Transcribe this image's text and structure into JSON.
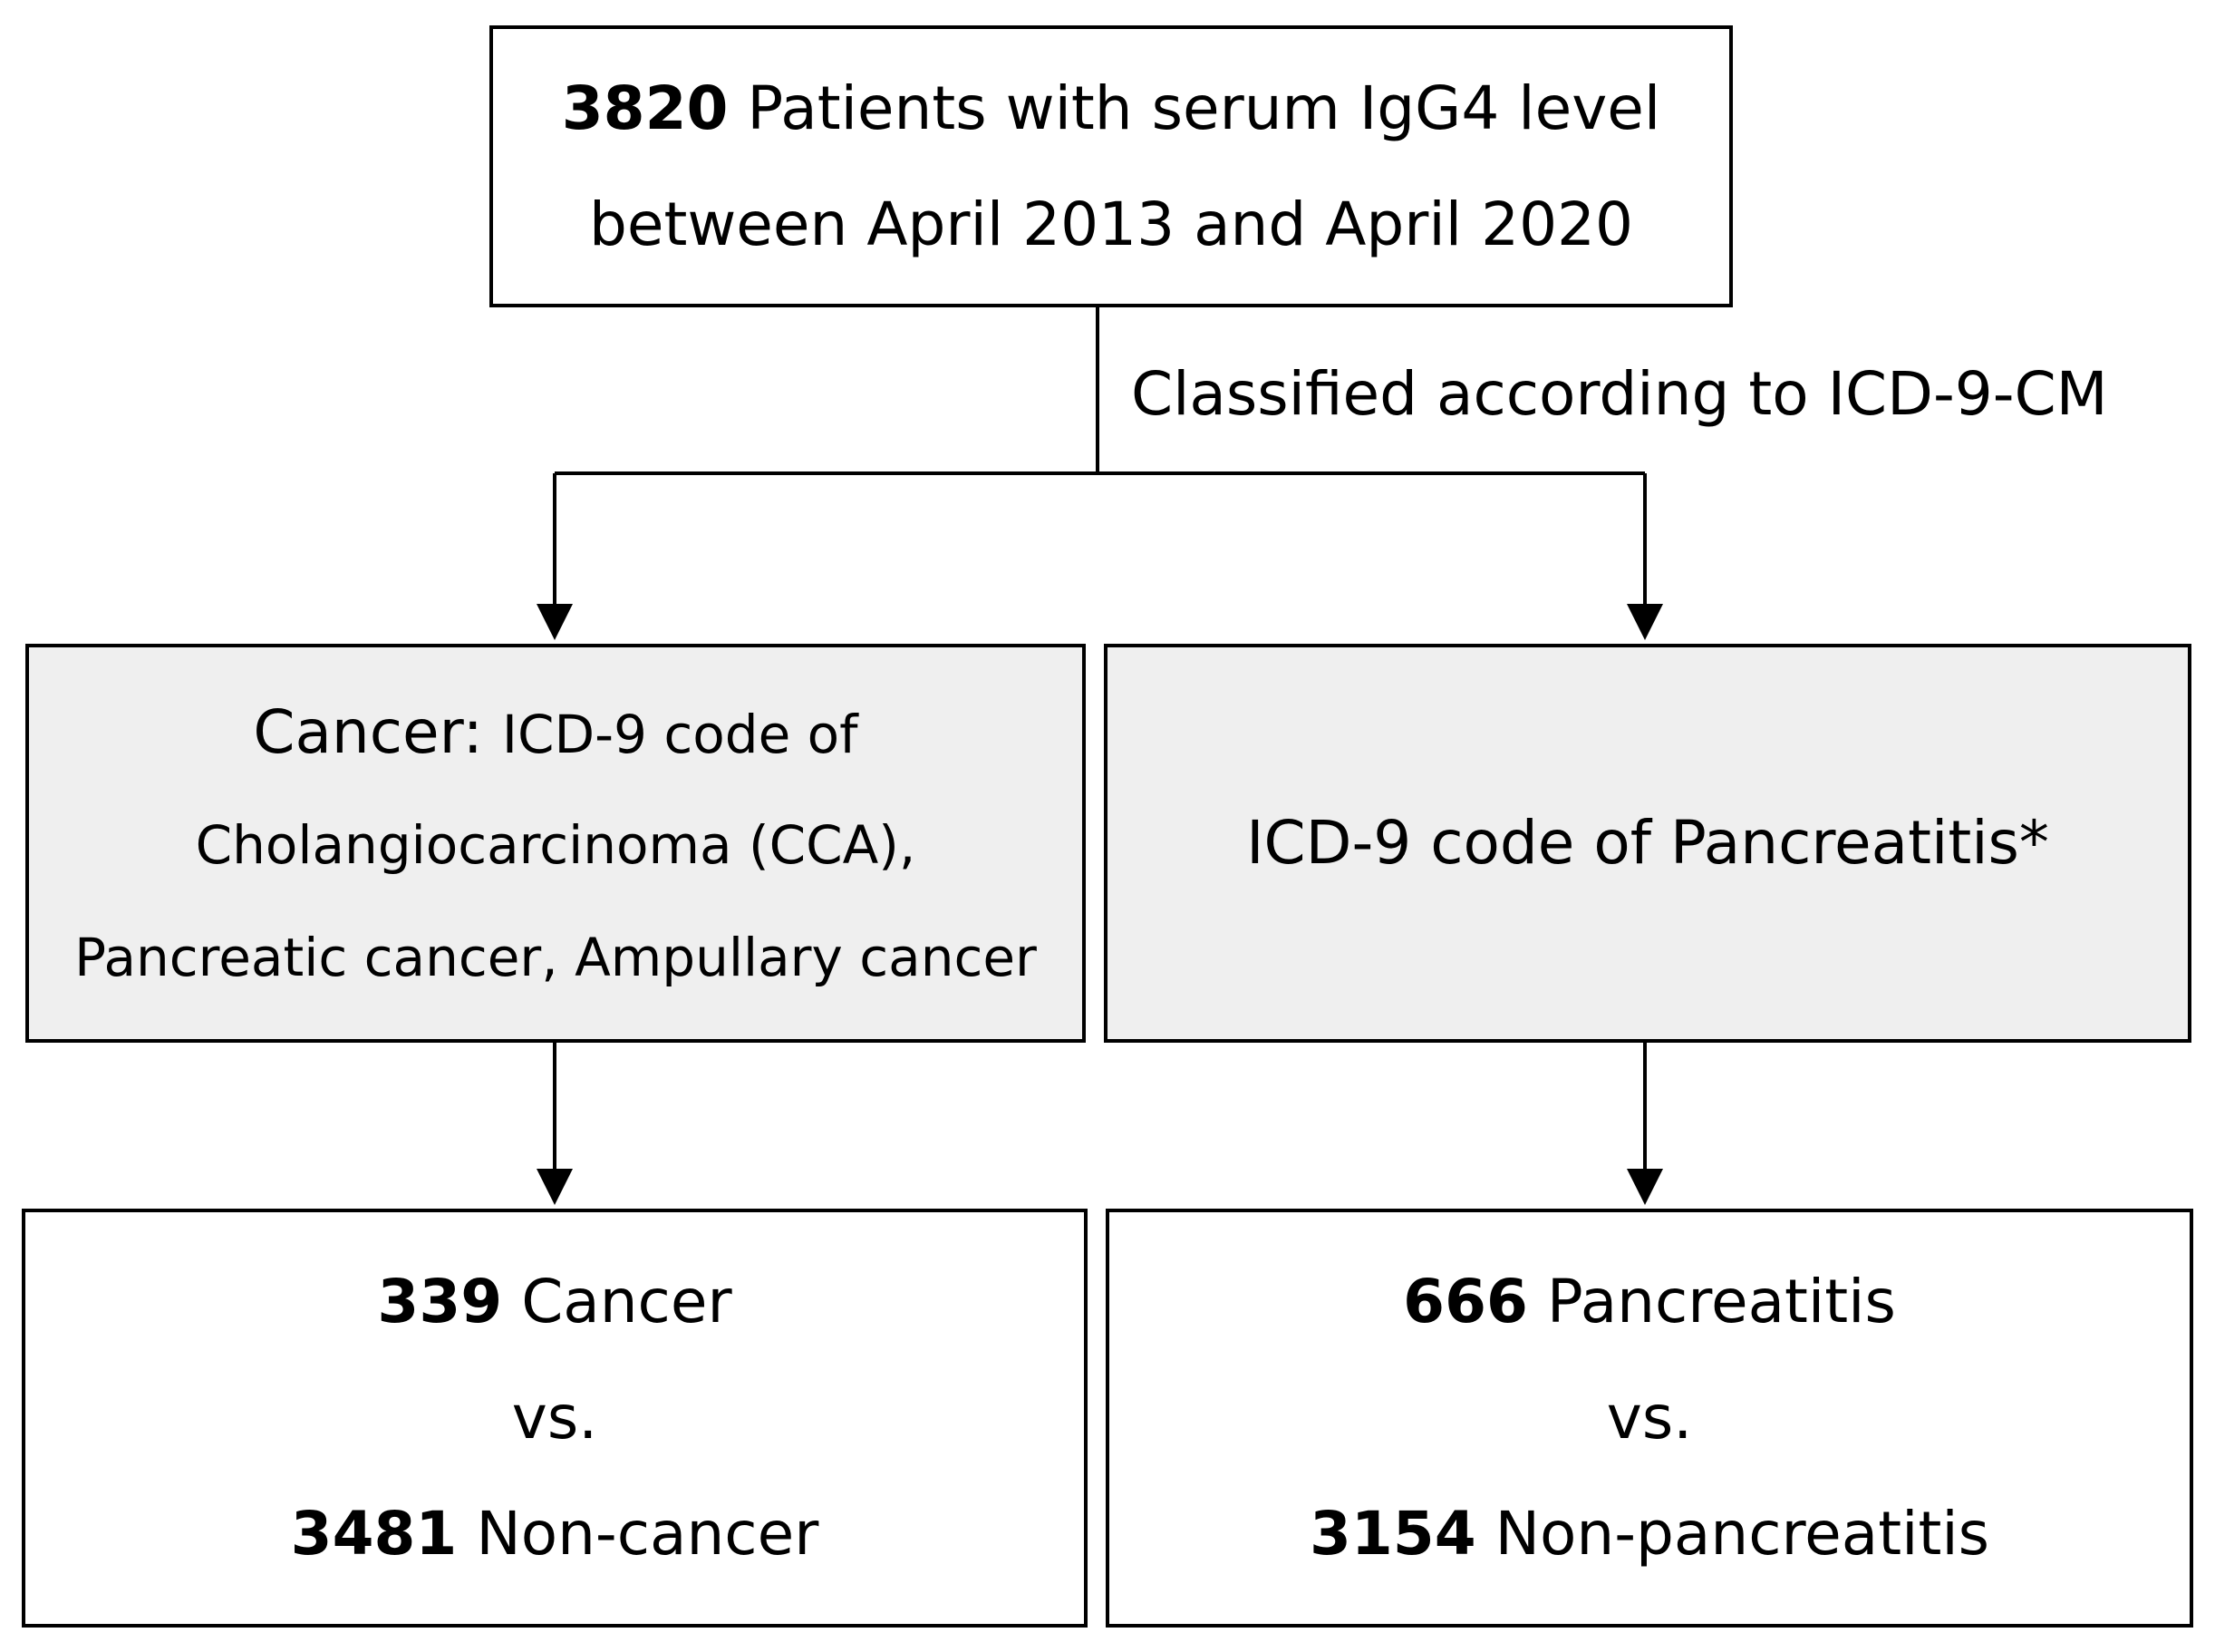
{
  "top_box": {
    "count": "3820",
    "line1_text": "Patients with serum IgG4 level",
    "line2_text": "between April 2013 and April 2020"
  },
  "branch_label": "Classified according to ICD-9-CM",
  "cancer_box": {
    "title": "Cancer:",
    "line1_rest": "ICD-9 code of",
    "line2": "Cholangiocarcinoma (CCA),",
    "line3": "Pancreatic cancer, Ampullary cancer"
  },
  "pancreatitis_box": {
    "line1": "ICD-9 code of Pancreatitis*"
  },
  "cancer_result": {
    "count1": "339",
    "label1": "Cancer",
    "vs": "vs.",
    "count2": "3481",
    "label2": "Non-cancer"
  },
  "pancreatitis_result": {
    "count1": "666",
    "label1": "Pancreatitis",
    "vs": "vs.",
    "count2": "3154",
    "label2": "Non-pancreatitis"
  },
  "colors": {
    "border": "#000000",
    "shaded_fill": "#efefef",
    "background": "#ffffff"
  }
}
